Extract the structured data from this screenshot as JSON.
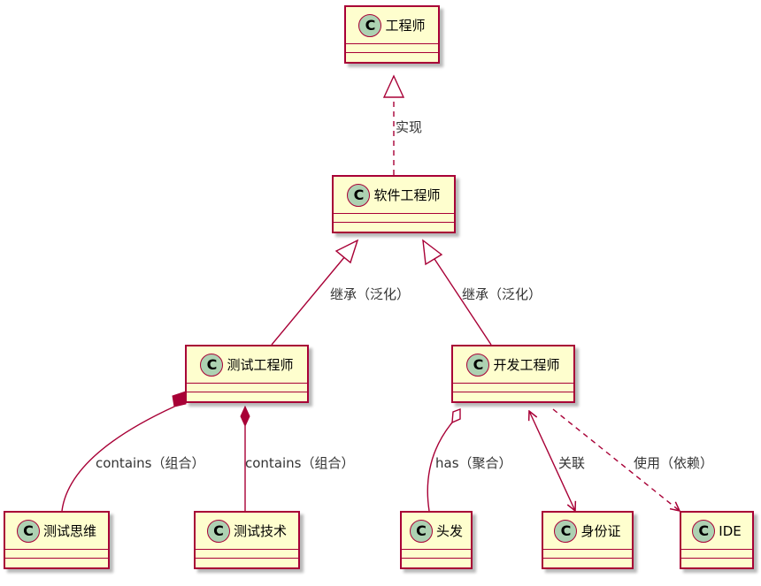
{
  "colors": {
    "border": "#a80036",
    "fill": "#fefece",
    "icon": "#add1b2",
    "text": "#333333"
  },
  "icon_letter": "C",
  "classes": [
    {
      "id": "engineer",
      "name": "工程师"
    },
    {
      "id": "software",
      "name": "软件工程师"
    },
    {
      "id": "tester",
      "name": "测试工程师"
    },
    {
      "id": "developer",
      "name": "开发工程师"
    },
    {
      "id": "test-thinking",
      "name": "测试思维"
    },
    {
      "id": "test-tech",
      "name": "测试技术"
    },
    {
      "id": "hair",
      "name": "头发"
    },
    {
      "id": "id-card",
      "name": "身份证"
    },
    {
      "id": "ide",
      "name": "IDE"
    }
  ],
  "relations": [
    {
      "from": "software",
      "to": "engineer",
      "kind": "realization",
      "label": "实现"
    },
    {
      "from": "tester",
      "to": "software",
      "kind": "inheritance",
      "label": "继承（泛化）"
    },
    {
      "from": "developer",
      "to": "software",
      "kind": "inheritance",
      "label": "继承（泛化）"
    },
    {
      "from": "tester",
      "to": "test-thinking",
      "kind": "composition",
      "label": "contains（组合）"
    },
    {
      "from": "tester",
      "to": "test-tech",
      "kind": "composition",
      "label": "contains（组合）"
    },
    {
      "from": "developer",
      "to": "hair",
      "kind": "aggregation",
      "label": "has（聚合）"
    },
    {
      "from": "developer",
      "to": "id-card",
      "kind": "association",
      "label": "关联"
    },
    {
      "from": "developer",
      "to": "ide",
      "kind": "dependency",
      "label": "使用（依赖）"
    }
  ]
}
